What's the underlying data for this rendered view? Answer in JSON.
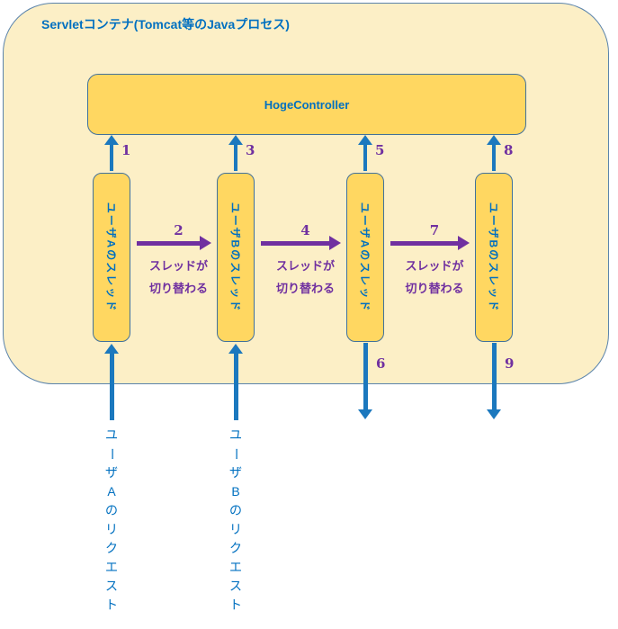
{
  "colors": {
    "container_fill": "#FCEFC6",
    "container_border": "#5B84AC",
    "box_fill": "#FFD761",
    "box_border": "#41719C",
    "blue_text": "#0070C0",
    "purple": "#7030A0",
    "arrow_blue": "#1B78BE"
  },
  "container": {
    "title": "Servletコンテナ(Tomcat等のJavaプロセス)",
    "controller_label": "HogeController"
  },
  "threads": [
    {
      "label": "ユーザAのスレッド",
      "up_number": "1"
    },
    {
      "label": "ユーザBのスレッド",
      "up_number": "3"
    },
    {
      "label": "ユーザAのスレッド",
      "up_number": "5",
      "down_number": "6"
    },
    {
      "label": "ユーザBのスレッド",
      "up_number": "8",
      "down_number": "9"
    }
  ],
  "thread_switches": [
    {
      "number": "2",
      "label_lines": [
        "スレッドが",
        "切り替わる"
      ]
    },
    {
      "number": "4",
      "label_lines": [
        "スレッドが",
        "切り替わる"
      ]
    },
    {
      "number": "7",
      "label_lines": [
        "スレッドが",
        "切り替わる"
      ]
    }
  ],
  "requests": [
    {
      "label": "ユーザAのリクエスト"
    },
    {
      "label": "ユーザBのリクエスト"
    }
  ]
}
